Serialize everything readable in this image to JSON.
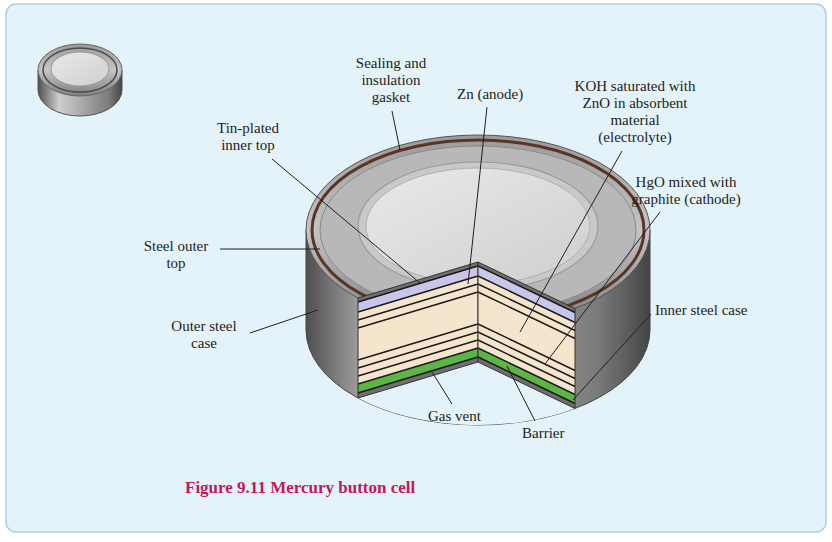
{
  "diagram": {
    "caption": "Figure 9.11 Mercury button cell",
    "labels": [
      "Sealing and insulation gasket",
      "Zn (anode)",
      "KOH saturated with ZnO in absorbent material (electrolyte)",
      "Tin-plated inner top",
      "HgO mixed with graphite (cathode)",
      "Steel outer top",
      "Outer steel case",
      "Inner steel case",
      "Gas vent",
      "Barrier"
    ]
  }
}
